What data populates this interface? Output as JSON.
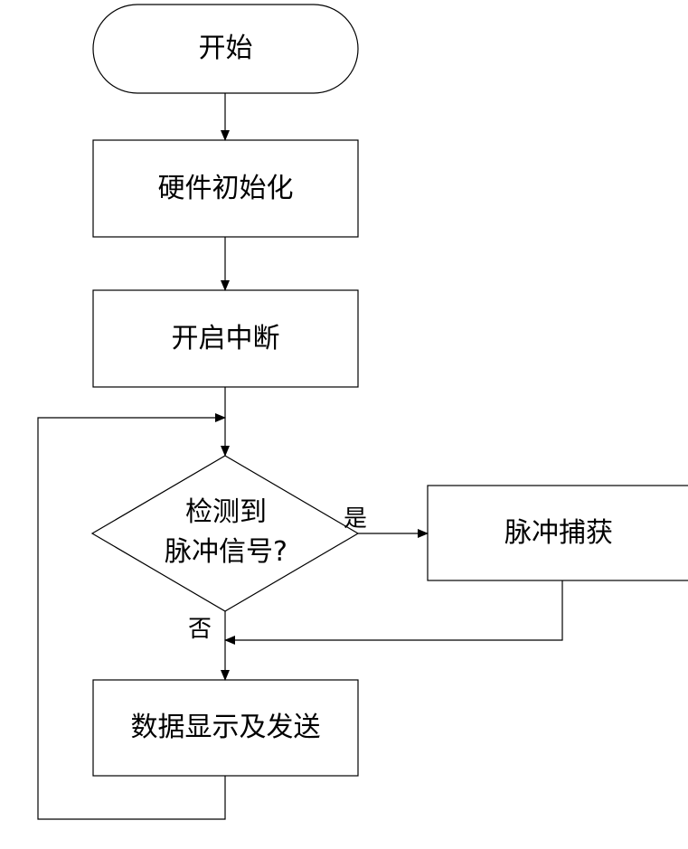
{
  "flowchart": {
    "start": "开始",
    "init": "硬件初始化",
    "enable_interrupt": "开启中断",
    "decision": {
      "line1": "检测到",
      "line2": "脉冲信号?"
    },
    "capture": "脉冲捕获",
    "display_send": "数据显示及发送",
    "yes_label": "是",
    "no_label": "否"
  },
  "colors": {
    "stroke": "#000000",
    "fill": "#ffffff",
    "text": "#000000"
  }
}
